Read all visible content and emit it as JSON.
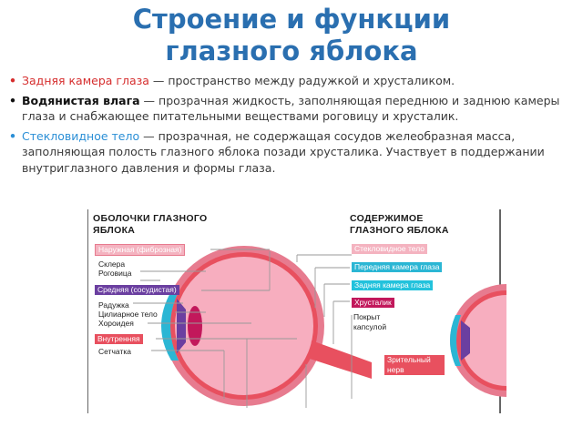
{
  "title": {
    "line1": "Строение и функции",
    "line2": "глазного яблока"
  },
  "bullets": [
    {
      "marker": "•",
      "term": "Задняя камера глаза",
      "text": " — пространство между радужкой и хрусталиком."
    },
    {
      "marker": "•",
      "term": "Водянистая влага",
      "text": " — прозрачная жидкость, заполняющая переднюю и заднюю камеры глаза и снабжающее питательными веществами роговицу и хрусталик."
    },
    {
      "marker": "•",
      "term": "Стекловидное тело",
      "text": " — прозрачная, не содержащая сосудов желеобразная масса, заполняющая полость глазного яблока позади хрусталика. Участвует в поддержании внутриглазного давления и формы глаза."
    }
  ],
  "diagram": {
    "left_header": {
      "line1": "ОБОЛОЧКИ ГЛАЗНОГО",
      "line2": "ЯБЛОКА"
    },
    "right_header": {
      "line1": "СОДЕРЖИМОЕ",
      "line2": "ГЛАЗНОГО ЯБЛОКА"
    },
    "left_labels": {
      "outer": "Наружная (фиброзная)",
      "sclera": "Склера",
      "cornea": "Роговица",
      "middle": "Средняя (сосудистая)",
      "iris": "Радужка",
      "ciliary": "Цилиарное тело",
      "choroid": "Хороидея",
      "inner": "Внутренняя",
      "retina": "Сетчатка"
    },
    "right_labels": {
      "vitreous": "Стекловидное тело",
      "anterior": "Передняя камера глаза",
      "posterior": "Задняя камера глаза",
      "lens": "Хрусталик",
      "capsule": "Покрыт капсулой",
      "nerve": "Зрительный нерв"
    },
    "colors": {
      "outer": "#e77b8f",
      "middle": "#6b3fa0",
      "inner": "#e8505f",
      "vitreous": "#f28ca0",
      "anterior": "#2bb6d4",
      "posterior": "#22c2dc",
      "lens": "#c2185b",
      "nerve": "#e8505f"
    }
  }
}
